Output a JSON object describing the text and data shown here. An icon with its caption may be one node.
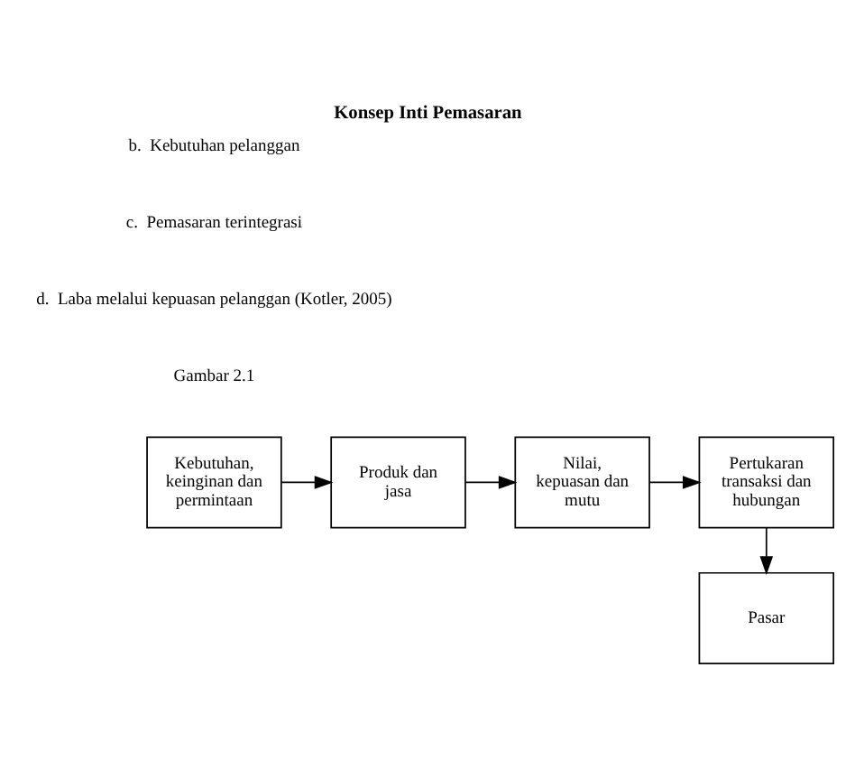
{
  "diagram": {
    "title": "Konsep Inti Pemasaran",
    "nodes": [
      {
        "text": [
          "Kebutuhan, keinginan dan permintaan"
        ]
      },
      {
        "text": [
          "Produk dan jasa"
        ]
      },
      {
        "text": [
          "Nilai, kepuasan dan mutu"
        ]
      },
      {
        "text": [
          "Pertukaran transaksi dan hubungan"
        ]
      },
      {
        "text": [
          "Pasar"
        ]
      }
    ],
    "edges": [
      {
        "from": 0,
        "to": 1,
        "arrow": "to"
      },
      {
        "from": 1,
        "to": 2,
        "arrow": "to"
      },
      {
        "from": 2,
        "to": 3,
        "arrow": "to"
      },
      {
        "from": 3,
        "to": 4,
        "arrow": "to"
      }
    ],
    "labels": [
      "b.  Kebutuhan pelanggan",
      "c.  Pemasaran terintegrasi",
      "d.  Laba melalui kepuasan pelanggan (Kotler, 2005)",
      "Gambar 2.1"
    ]
  }
}
